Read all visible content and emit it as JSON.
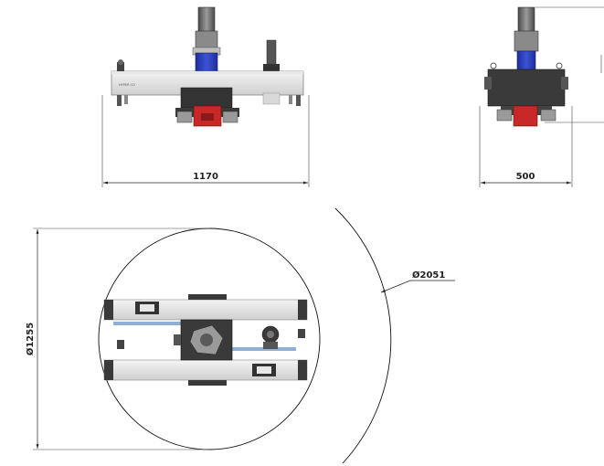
{
  "dimensions": {
    "front_width": "1170",
    "side_width": "500",
    "frame_diameter": "Ø1255",
    "rotation_diameter": "Ø2051"
  },
  "nameplate_text": "HYPER CO"
}
